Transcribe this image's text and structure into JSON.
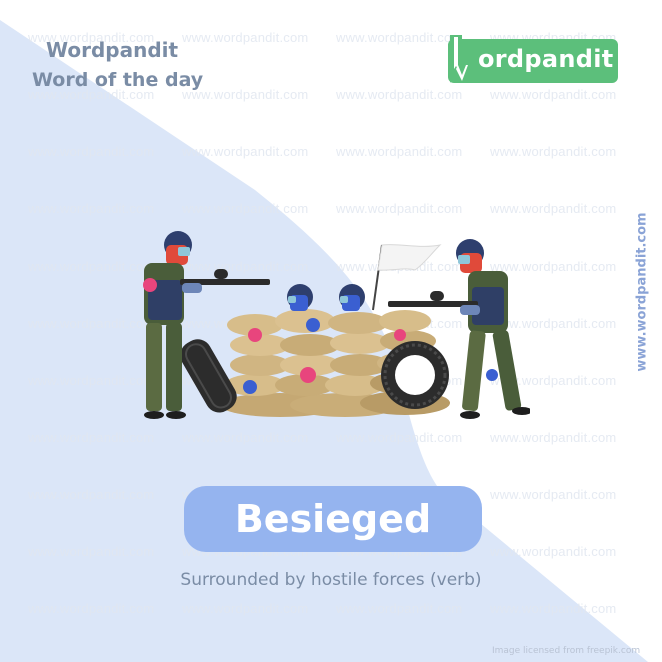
{
  "header": {
    "brand": "Wordpandit",
    "subtitle": "Word of the day"
  },
  "logo": {
    "text": "ordpandit",
    "color": "#5cbf7b"
  },
  "side_watermark": "www.wordpandit.com",
  "watermark_text": "www.wordpandit.com",
  "illustration": {
    "description": "Paintball players attacking two players hiding behind a sandbag bunker with a white flag and tires",
    "icon": "paintball-siege-illustration"
  },
  "word": {
    "label": "Besieged",
    "pill_color": "#95b4ef"
  },
  "definition": "Surrounded by hostile forces (verb)",
  "credit": "Image licensed from freepik.com",
  "colors": {
    "background_shape": "#dbe6f8",
    "heading_text": "#7a8ca5",
    "side_url": "#8aa3d6"
  }
}
